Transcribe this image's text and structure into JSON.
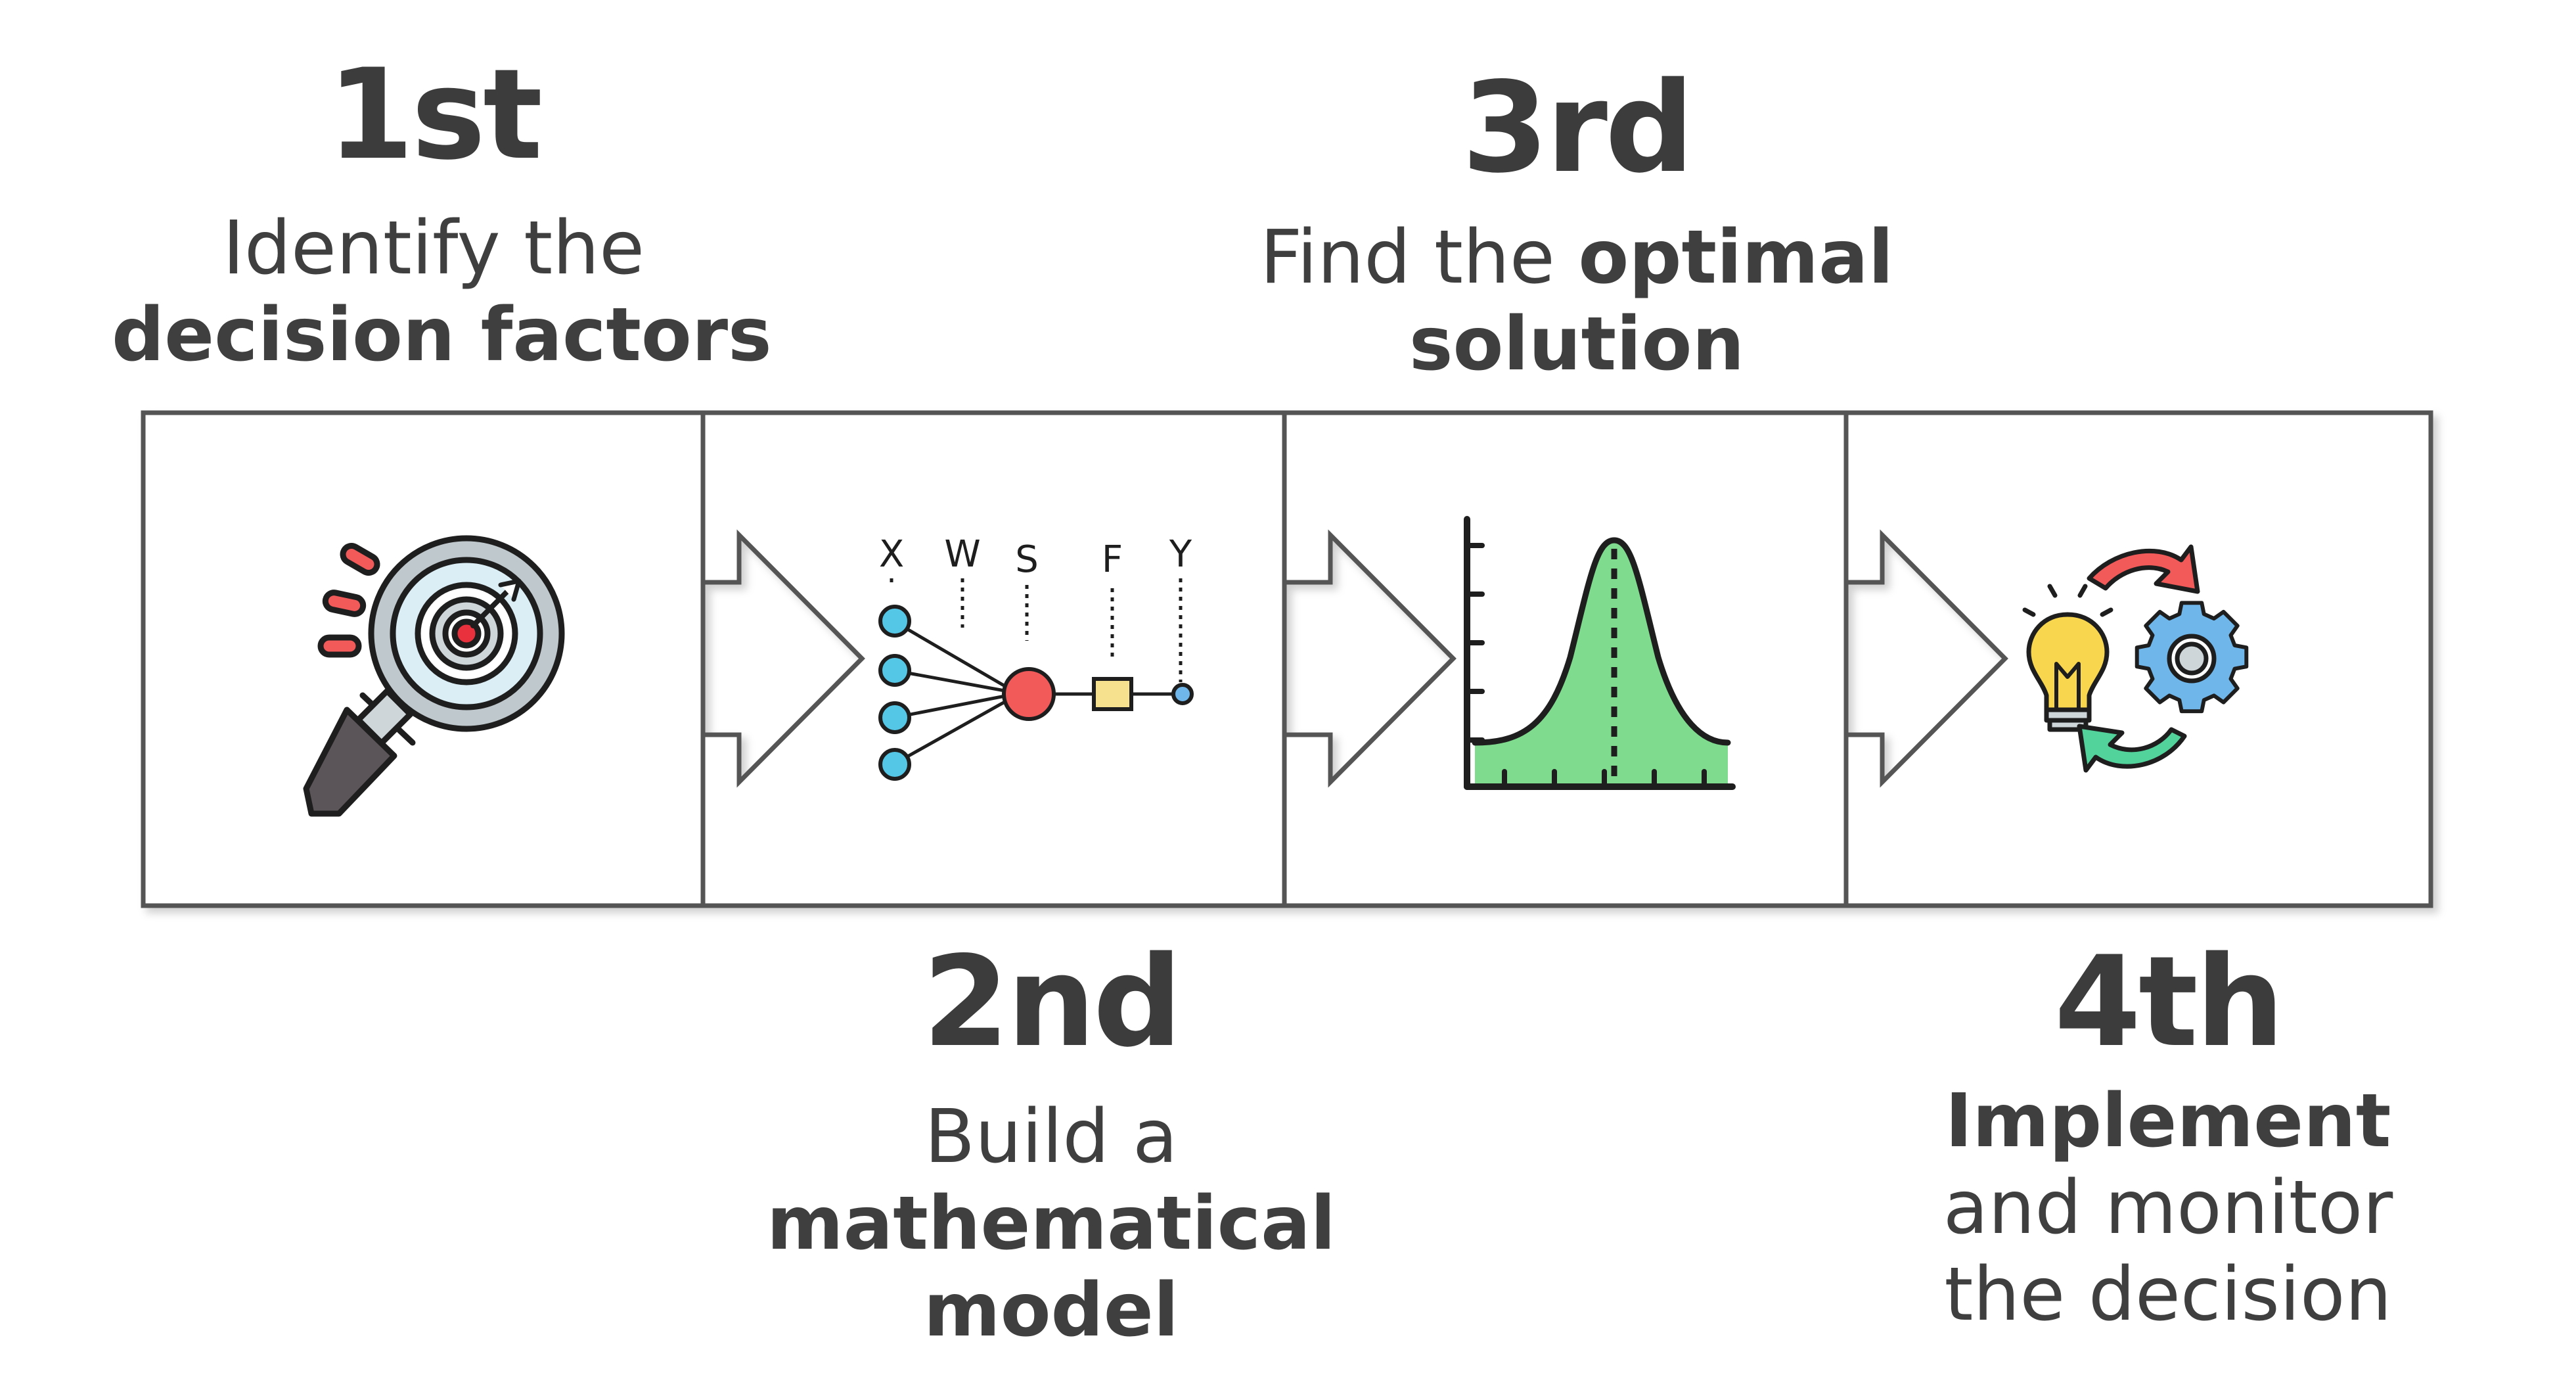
{
  "steps": [
    {
      "number": "1st",
      "line1": "Identify the",
      "line2": "decision factors"
    },
    {
      "number": "2nd",
      "line1": "Build a",
      "line2": "mathematical",
      "line3": "model"
    },
    {
      "number": "3rd",
      "line1_normal": "Find the ",
      "line1_bold": "optimal",
      "line2": "solution"
    },
    {
      "number": "4th",
      "line1": "Implement",
      "line2": "and monitor",
      "line3": "the decision"
    }
  ],
  "model_icon_letters": [
    "X",
    "W",
    "S",
    "F",
    "Y"
  ],
  "colors": {
    "text": "#3f3f3f",
    "box_border": "#555555",
    "target_red": "#e8313c",
    "node_cyan": "#55c7e6",
    "node_red": "#f25a5a",
    "node_yellow": "#f6e28e",
    "curve_green": "#7fdc8f",
    "bulb_yellow": "#f8d64e",
    "gear_blue": "#6fb6ea",
    "arrow_red": "#f25a5a",
    "arrow_green": "#52d39c",
    "lens_blue": "#cde7f2"
  }
}
